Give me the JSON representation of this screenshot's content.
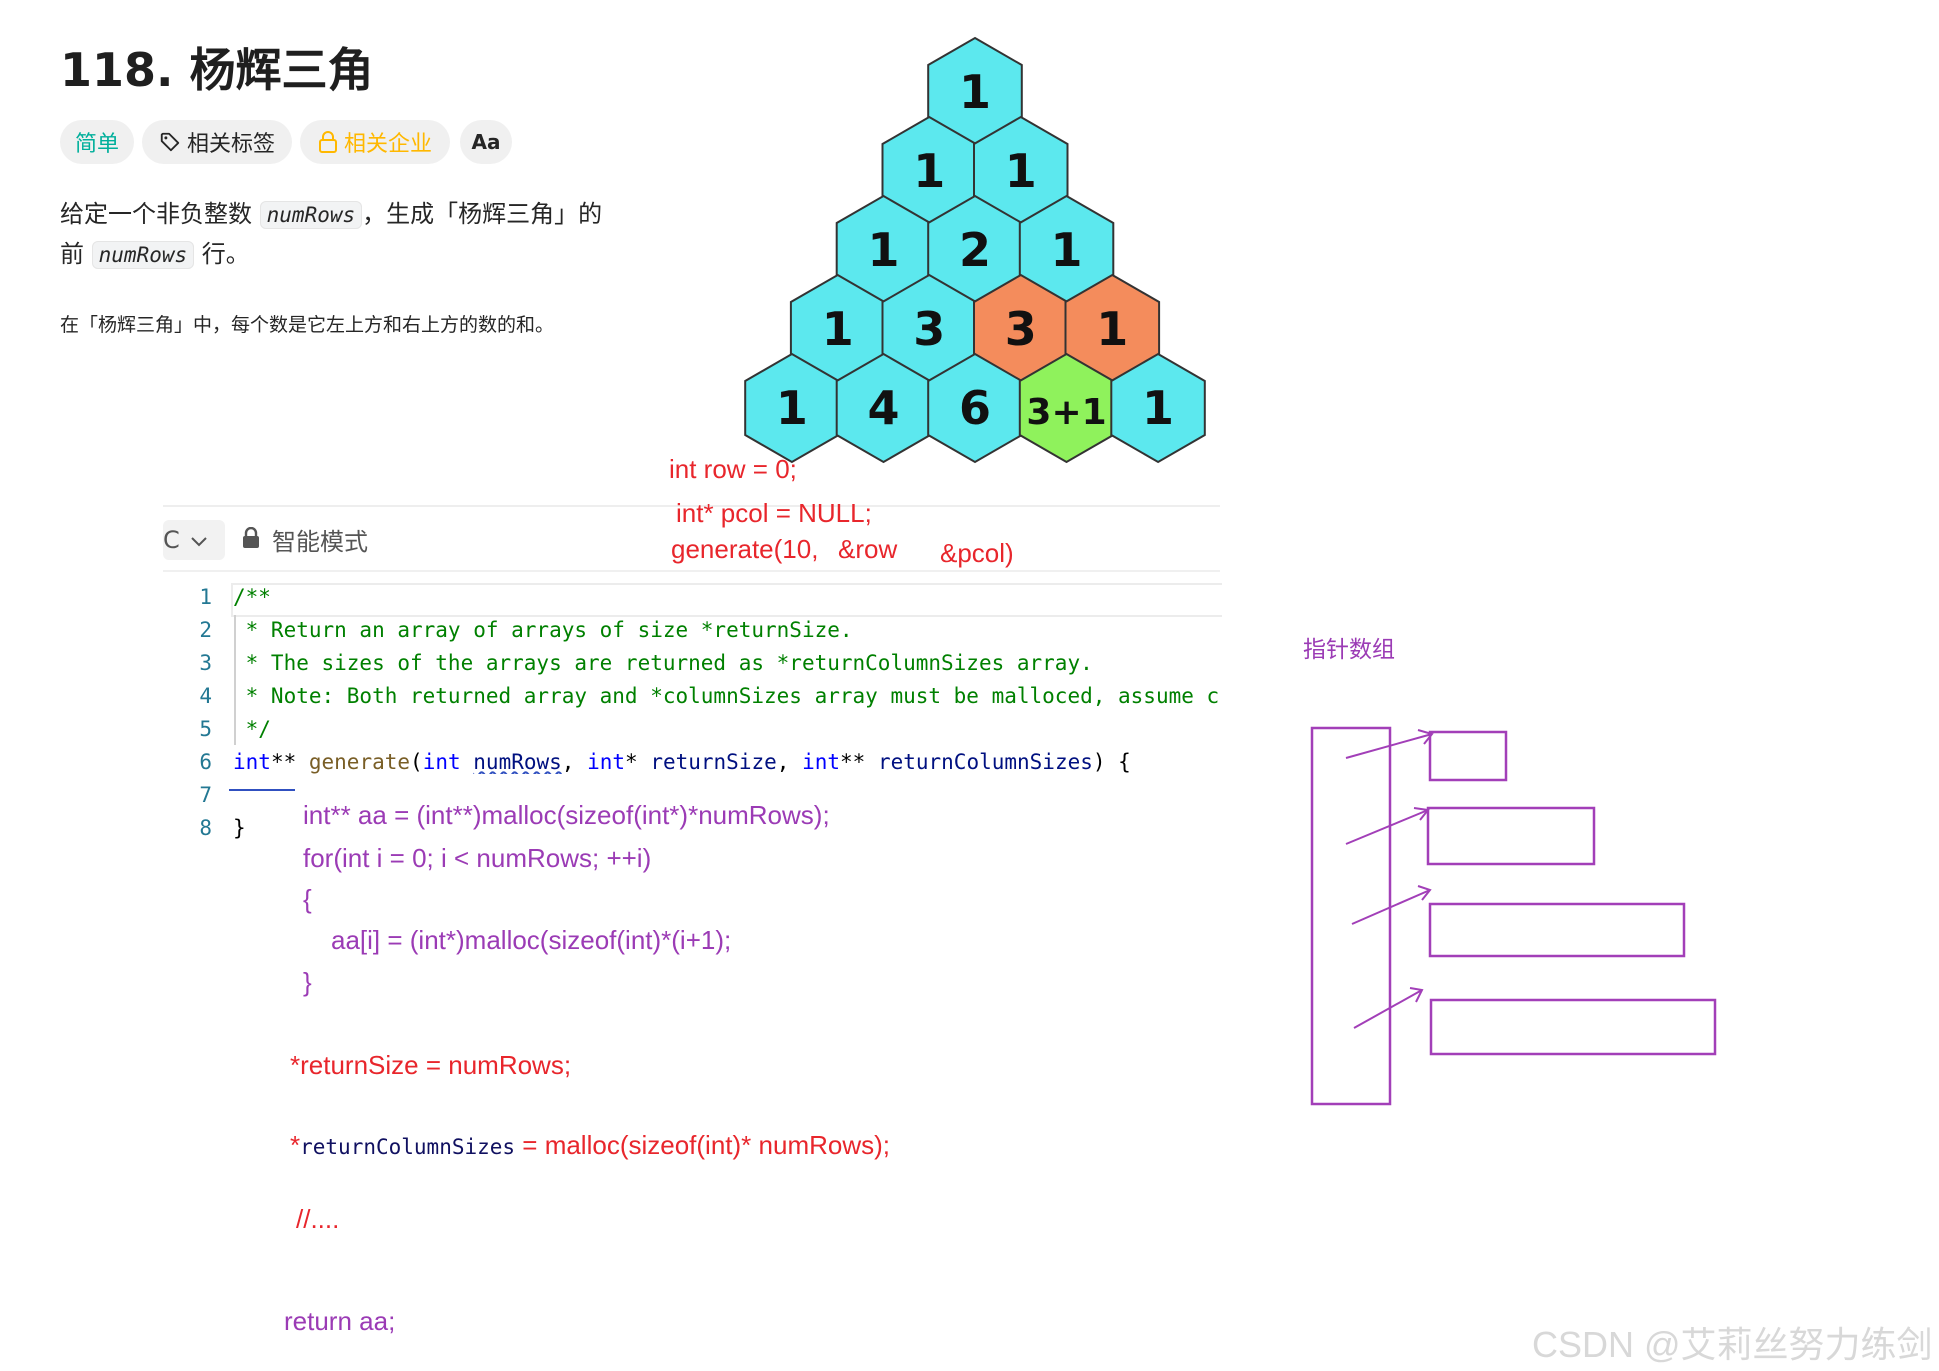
{
  "problem": {
    "title": "118. 杨辉三角",
    "tags": {
      "difficulty": "简单",
      "related_tags": "相关标签",
      "related_companies": "相关企业",
      "font_icon": "Aa"
    },
    "description_parts": {
      "p1_a": "给定一个非负整数 ",
      "p1_code1": "numRows",
      "p1_b": "，生成「杨辉三角」的",
      "p2_a": "前 ",
      "p2_code": "numRows",
      "p2_b": " 行。"
    },
    "description_2": "在「杨辉三角」中，每个数是它左上方和右上方的数的和。"
  },
  "pyramid": {
    "rows": [
      [
        "1"
      ],
      [
        "1",
        "1"
      ],
      [
        "1",
        "2",
        "1"
      ],
      [
        "1",
        "3",
        "3",
        "1"
      ],
      [
        "1",
        "4",
        "6",
        "3+1",
        "1"
      ]
    ],
    "colors": {
      "default": "#5ce8ee",
      "highlight_orange": "#f48c5c",
      "highlight_green": "#8ff25c",
      "stroke": "#333333"
    },
    "highlighted_orange": [
      [
        3,
        2
      ],
      [
        3,
        3
      ]
    ],
    "highlighted_green": [
      [
        4,
        3
      ]
    ]
  },
  "editor": {
    "language": "C",
    "mode_label": "智能模式",
    "lines": [
      {
        "no": "1",
        "text": "/**"
      },
      {
        "no": "2",
        "text": " * Return an array of arrays of size *returnSize."
      },
      {
        "no": "3",
        "text": " * The sizes of the arrays are returned as *returnColumnSizes array."
      },
      {
        "no": "4",
        "text": " * Note: Both returned array and *columnSizes array must be malloced, assume caller calls free()."
      },
      {
        "no": "5",
        "text": " */"
      },
      {
        "no": "6",
        "text": "int** generate(int numRows, int* returnSize, int** returnColumnSizes) {"
      },
      {
        "no": "7",
        "text": ""
      },
      {
        "no": "8",
        "text": "}"
      }
    ],
    "line6_tokens": {
      "t1": "int",
      "t2": "** ",
      "t3": "generate",
      "t4": "(",
      "t5": "int",
      "t6": " ",
      "t7": "numRows",
      "t8": ", ",
      "t9": "int",
      "t10": "* ",
      "t11": "returnSize",
      "t12": ", ",
      "t13": "int",
      "t14": "** ",
      "t15": "returnColumnSizes",
      "t16": ") {"
    }
  },
  "annotations": {
    "red_top": {
      "row_decl": "int row = 0;",
      "pcol_decl": "int* pcol = NULL;",
      "call_a": "generate(10,",
      "call_b": "&row",
      "call_c": "&pcol)"
    },
    "purple_code": {
      "l1": "int** aa = (int**)malloc(sizeof(int*)*numRows);",
      "l2": "for(int i = 0; i < numRows; ++i)",
      "l3": "{",
      "l4": "aa[i] = (int*)malloc(sizeof(int)*(i+1);",
      "l5": "}",
      "ret": "return aa;"
    },
    "red_code": {
      "l1": "*returnSize = numRows;",
      "l2_star": "*",
      "l2_name": "returnColumnSizes",
      "l2_rest": " =  malloc(sizeof(int)* numRows);",
      "l3": "//...."
    },
    "pointer_array_label": "指针数组"
  },
  "watermark": "CSDN @艾莉丝努力练剑"
}
